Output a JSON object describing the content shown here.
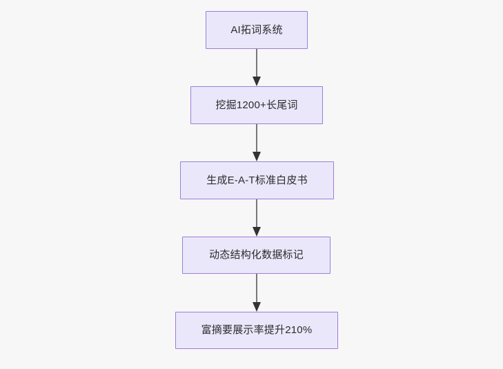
{
  "diagram": {
    "type": "flowchart",
    "direction": "top-down",
    "background_color": "#f7f7f7",
    "node_fill_color": "#eae7fb",
    "node_border_color": "#9a7fd4",
    "node_text_color": "#2b2b2b",
    "edge_color": "#787878",
    "arrowhead_color": "#333333",
    "nodes": [
      {
        "id": "n1",
        "label": "AI拓词系统"
      },
      {
        "id": "n2",
        "label": "挖掘1200+长尾词"
      },
      {
        "id": "n3",
        "label": "生成E-A-T标准白皮书"
      },
      {
        "id": "n4",
        "label": "动态结构化数据标记"
      },
      {
        "id": "n5",
        "label": "富摘要展示率提升210%"
      }
    ],
    "edges": [
      {
        "from": "n1",
        "to": "n2",
        "label": ""
      },
      {
        "from": "n2",
        "to": "n3",
        "label": ""
      },
      {
        "from": "n3",
        "to": "n4",
        "label": ""
      },
      {
        "from": "n4",
        "to": "n5",
        "label": ""
      }
    ]
  }
}
